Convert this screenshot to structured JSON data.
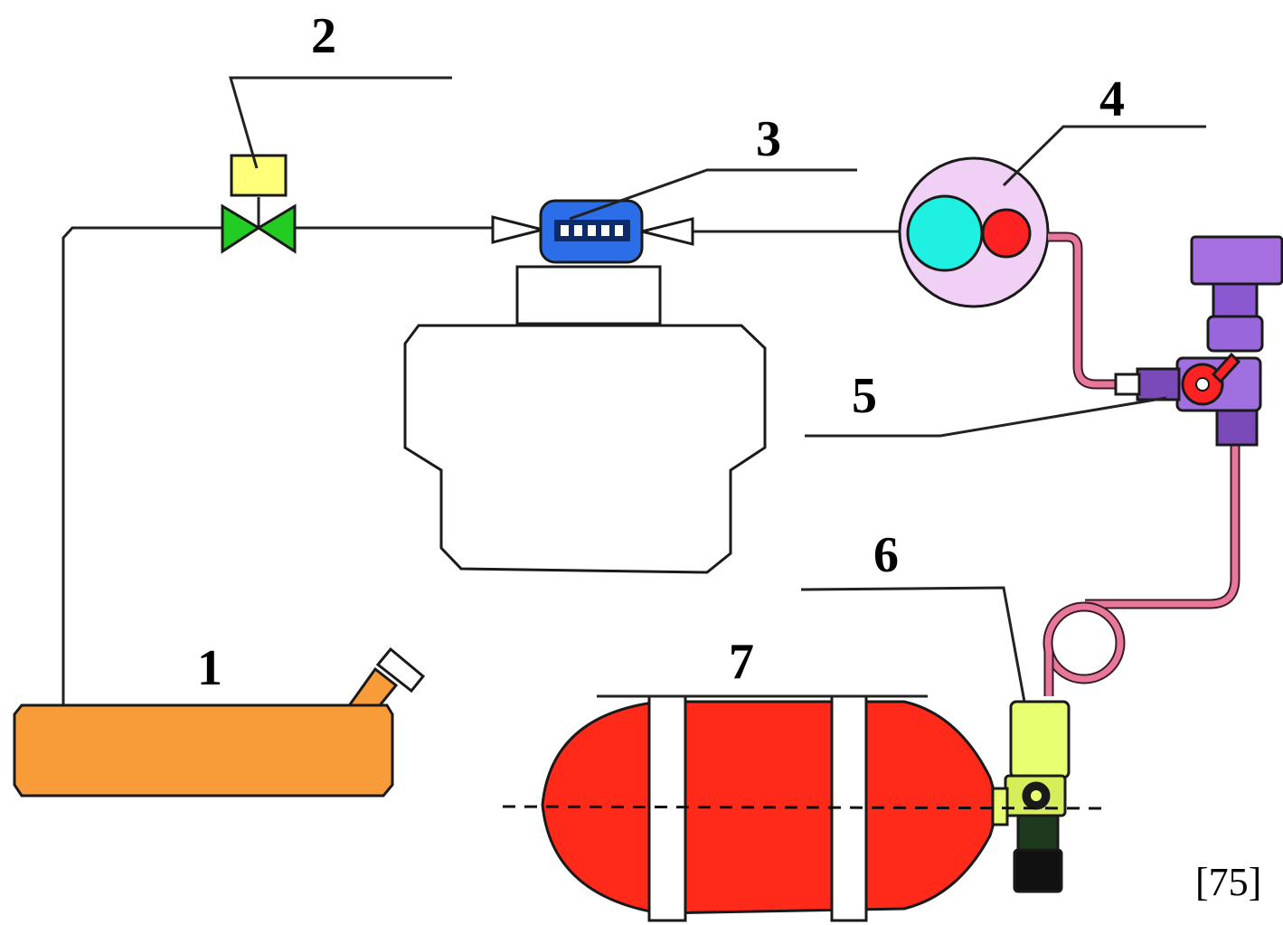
{
  "callouts": {
    "c1": "1",
    "c2": "2",
    "c3": "3",
    "c4": "4",
    "c5": "5",
    "c6": "6",
    "c7": "7"
  },
  "reference": "[75]",
  "colors": {
    "tank": "#f89c3a",
    "valve_body": "#22cc22",
    "valve_actuator": "#ffff7a",
    "injector": "#2b6ee8",
    "reducer_body": "#f0d0f5",
    "reducer_big": "#1ef0e2",
    "reducer_small": "#ff2222",
    "pipe": "#e8789a",
    "fitting": "#a070e0",
    "fitting_knob": "#b080e8",
    "cylinder": "#ff2a1a",
    "cylinder_valve": "#e8ff70"
  }
}
